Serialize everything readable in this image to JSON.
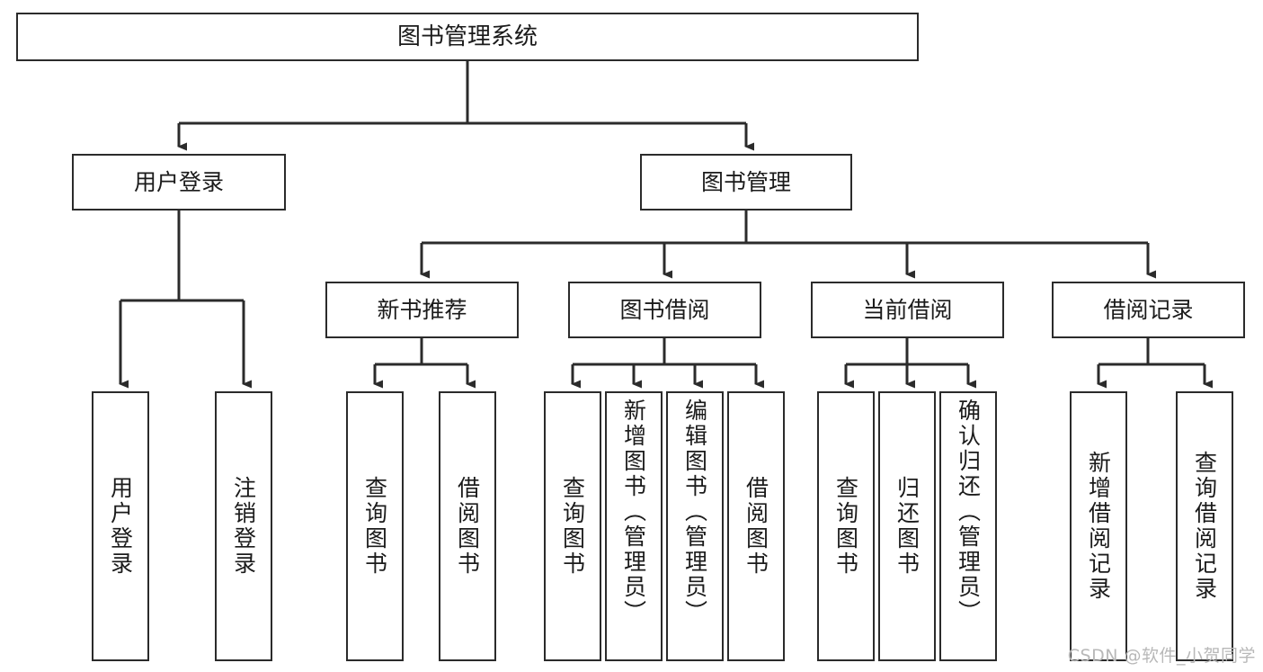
{
  "diagram": {
    "title": "图书管理系统",
    "watermark": "CSDN @软件_小贺同学",
    "colors": {
      "stroke": "#2b2b2b",
      "box_fill": "#ffffff",
      "background": "#ffffff",
      "watermark": "#b8b8b8"
    },
    "root": {
      "label": "图书管理系统"
    },
    "level2": [
      {
        "label": "用户登录"
      },
      {
        "label": "图书管理"
      }
    ],
    "level3": [
      {
        "label": "新书推荐"
      },
      {
        "label": "图书借阅"
      },
      {
        "label": "当前借阅"
      },
      {
        "label": "借阅记录"
      }
    ],
    "leaves": {
      "user_login": [
        {
          "label": "用户登录"
        },
        {
          "label": "注销登录"
        }
      ],
      "new_book": [
        {
          "label": "查询图书"
        },
        {
          "label": "借阅图书"
        }
      ],
      "borrow_book": [
        {
          "label": "查询图书"
        },
        {
          "label": "新增图书（管理员）"
        },
        {
          "label": "编辑图书（管理员）"
        },
        {
          "label": "借阅图书"
        }
      ],
      "current_borrow": [
        {
          "label": "查询图书"
        },
        {
          "label": "归还图书"
        },
        {
          "label": "确认归还（管理员）"
        }
      ],
      "borrow_record": [
        {
          "label": "新增借阅记录"
        },
        {
          "label": "查询借阅记录"
        }
      ]
    }
  },
  "chart_data": {
    "type": "diagram",
    "subtype": "tree-hierarchy",
    "title": "图书管理系统",
    "orientation": "top-down",
    "nodes": [
      {
        "id": "root",
        "label": "图书管理系统",
        "level": 0,
        "parent": null
      },
      {
        "id": "n1",
        "label": "用户登录",
        "level": 1,
        "parent": "root"
      },
      {
        "id": "n2",
        "label": "图书管理",
        "level": 1,
        "parent": "root"
      },
      {
        "id": "n1a",
        "label": "用户登录",
        "level": 2,
        "parent": "n1"
      },
      {
        "id": "n1b",
        "label": "注销登录",
        "level": 2,
        "parent": "n1"
      },
      {
        "id": "n2a",
        "label": "新书推荐",
        "level": 2,
        "parent": "n2"
      },
      {
        "id": "n2b",
        "label": "图书借阅",
        "level": 2,
        "parent": "n2"
      },
      {
        "id": "n2c",
        "label": "当前借阅",
        "level": 2,
        "parent": "n2"
      },
      {
        "id": "n2d",
        "label": "借阅记录",
        "level": 2,
        "parent": "n2"
      },
      {
        "id": "n2a1",
        "label": "查询图书",
        "level": 3,
        "parent": "n2a"
      },
      {
        "id": "n2a2",
        "label": "借阅图书",
        "level": 3,
        "parent": "n2a"
      },
      {
        "id": "n2b1",
        "label": "查询图书",
        "level": 3,
        "parent": "n2b"
      },
      {
        "id": "n2b2",
        "label": "新增图书（管理员）",
        "level": 3,
        "parent": "n2b"
      },
      {
        "id": "n2b3",
        "label": "编辑图书（管理员）",
        "level": 3,
        "parent": "n2b"
      },
      {
        "id": "n2b4",
        "label": "借阅图书",
        "level": 3,
        "parent": "n2b"
      },
      {
        "id": "n2c1",
        "label": "查询图书",
        "level": 3,
        "parent": "n2c"
      },
      {
        "id": "n2c2",
        "label": "归还图书",
        "level": 3,
        "parent": "n2c"
      },
      {
        "id": "n2c3",
        "label": "确认归还（管理员）",
        "level": 3,
        "parent": "n2c"
      },
      {
        "id": "n2d1",
        "label": "新增借阅记录",
        "level": 3,
        "parent": "n2d"
      },
      {
        "id": "n2d2",
        "label": "查询借阅记录",
        "level": 3,
        "parent": "n2d"
      }
    ],
    "edges": [
      {
        "from": "root",
        "to": "n1"
      },
      {
        "from": "root",
        "to": "n2"
      },
      {
        "from": "n1",
        "to": "n1a"
      },
      {
        "from": "n1",
        "to": "n1b"
      },
      {
        "from": "n2",
        "to": "n2a"
      },
      {
        "from": "n2",
        "to": "n2b"
      },
      {
        "from": "n2",
        "to": "n2c"
      },
      {
        "from": "n2",
        "to": "n2d"
      },
      {
        "from": "n2a",
        "to": "n2a1"
      },
      {
        "from": "n2a",
        "to": "n2a2"
      },
      {
        "from": "n2b",
        "to": "n2b1"
      },
      {
        "from": "n2b",
        "to": "n2b2"
      },
      {
        "from": "n2b",
        "to": "n2b3"
      },
      {
        "from": "n2b",
        "to": "n2b4"
      },
      {
        "from": "n2c",
        "to": "n2c1"
      },
      {
        "from": "n2c",
        "to": "n2c2"
      },
      {
        "from": "n2c",
        "to": "n2c3"
      },
      {
        "from": "n2d",
        "to": "n2d1"
      },
      {
        "from": "n2d",
        "to": "n2d2"
      }
    ]
  }
}
